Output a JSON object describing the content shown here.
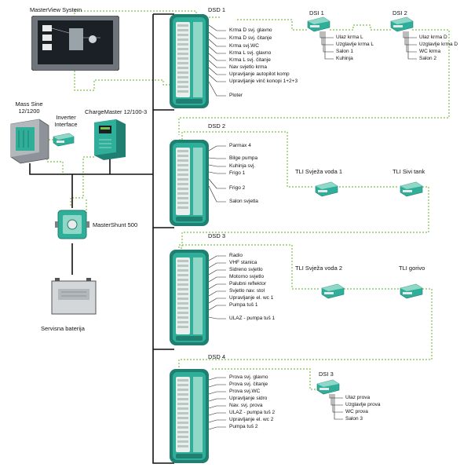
{
  "colors": {
    "teal": "#2fae9a",
    "teal_dark": "#1f7f70",
    "teal_light": "#8fd8c8",
    "bus_green": "#7cc24a",
    "cable_black": "#111111",
    "panel_grey": "#7a7f84"
  },
  "devices": {
    "masterview": {
      "title": "MasterView System",
      "icon": "touchscreen-panel-icon"
    },
    "mass_sine": {
      "title_line1": "Mass Sine",
      "title_line2": "12/1200",
      "icon": "inverter-icon"
    },
    "inverter_interface": {
      "title_line1": "Inverter",
      "title_line2": "Interface",
      "icon": "interface-module-icon"
    },
    "chargemaster": {
      "title": "ChargeMaster 12/100-3",
      "icon": "charger-icon"
    },
    "mastershunt": {
      "title": "MasterShunt 500",
      "icon": "shunt-icon"
    },
    "battery": {
      "title": "Servisna baterija",
      "icon": "battery-icon"
    }
  },
  "dsd": [
    {
      "title": "DSD 1",
      "outputs": [
        "Krma D svj. glavno",
        "Krma D svj. čitanje",
        "Krma svj.WC",
        "Krma L svj. glavno",
        "Krma L svj. čitanje",
        "Nav svjetlo krma",
        "Upravljanje autopilot komp",
        "Upravljanje vinč konopi 1+2+3",
        "Ploter"
      ]
    },
    {
      "title": "DSD 2",
      "outputs": [
        "Parmax 4",
        "Bilge pumpa",
        "Kuhinja svj.",
        "Frigo 1",
        "Frigo 2",
        "Salon svjetla"
      ]
    },
    {
      "title": "DSD 3",
      "outputs": [
        "Radio",
        "VHF stanica",
        "Sidreno svjetlo",
        "Motorno svjetlo",
        "Palubni reflektor",
        "Svjetlo nav. stol",
        "Upravljanje el. wc 1",
        "Pumpa tuš 1",
        "ULAZ - pumpa tuš 1"
      ]
    },
    {
      "title": "DSD 4",
      "outputs": [
        "Prova svj. glavno",
        "Prova svj. čitanje",
        "Prova svj.WC",
        "Upravljanje sidro",
        "Nav. svj. prova",
        "ULAZ - pumpa tuš 2",
        "Upravljanje el. wc 2",
        "Pumpa tuš 2"
      ]
    }
  ],
  "dsi": [
    {
      "title": "DSI 1",
      "inputs": [
        "Ulaz krma L",
        "Uzglavlje krma L",
        "Salon 1",
        "Kuhinja"
      ]
    },
    {
      "title": "DSI 2",
      "inputs": [
        "Ulaz krma D",
        "Uzglavlje krma D",
        "WC krma",
        "Salon 2"
      ]
    },
    {
      "title": "DSI 3",
      "inputs": [
        "Ulaz prova",
        "Uzglavlje prova",
        "WC prova",
        "Salon 3"
      ]
    }
  ],
  "tli": [
    {
      "title": "TLI Svježa voda 1"
    },
    {
      "title": "TLI Sivi tank"
    },
    {
      "title": "TLI Svježa voda 2"
    },
    {
      "title": "TLI gorivo"
    }
  ]
}
